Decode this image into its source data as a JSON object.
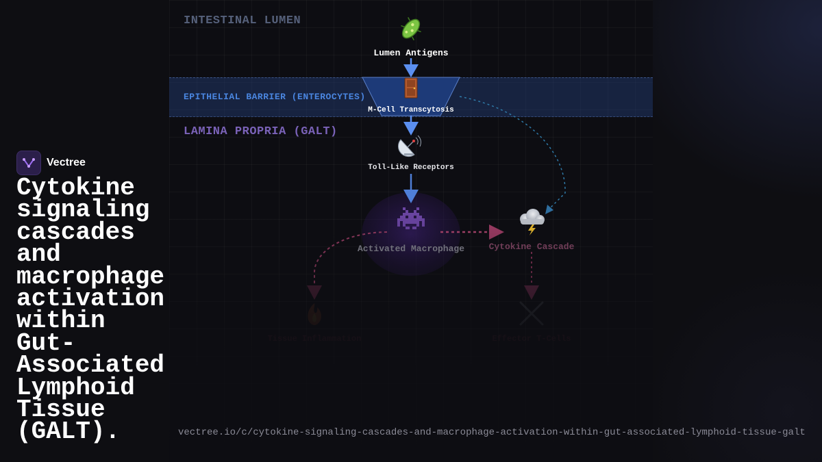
{
  "brand": {
    "name": "Vectree",
    "logo_icon": "vectree-logo-icon",
    "accent": "#8b5cf6"
  },
  "title": "Cytokine signaling cascades and macrophage activation within Gut-Associated Lymphoid Tissue (GALT).",
  "url": "vectree.io/c/cytokine-signaling-cascades-and-macrophage-activation-within-gut-associated-lymphoid-tissue-galt",
  "diagram": {
    "zones": {
      "lumen": "INTESTINAL LUMEN",
      "epithelial": "EPITHELIAL BARRIER (ENTEROCYTES)",
      "lamina": "LAMINA PROPRIA (GALT)"
    },
    "nodes": {
      "antigens": {
        "label": "Lumen Antigens",
        "icon": "microbe-icon",
        "glyph": "🦠"
      },
      "mcell": {
        "label": "M-Cell Transcytosis",
        "icon": "door-icon",
        "glyph": "🚪"
      },
      "tlr": {
        "label": "Toll-Like Receptors",
        "icon": "satellite-dish-icon",
        "glyph": "📡"
      },
      "macrophage": {
        "label": "Activated Macrophage",
        "icon": "space-invader-icon",
        "glyph": "👾"
      },
      "cytokine": {
        "label": "Cytokine Cascade",
        "icon": "storm-cloud-icon",
        "glyph": "🌩️"
      },
      "inflammation": {
        "label": "Tissue Inflammation",
        "icon": "fire-icon",
        "glyph": "🔥"
      },
      "tcells": {
        "label": "Effector T-Cells",
        "icon": "crossed-swords-icon",
        "glyph": "⚔️"
      }
    },
    "colors": {
      "flow_arrow": "#5b8ff0",
      "dotted_link": "#2f6fa0",
      "cytokine_link": "#c0487a",
      "macrophage_glow": "#3a1f6e"
    }
  }
}
